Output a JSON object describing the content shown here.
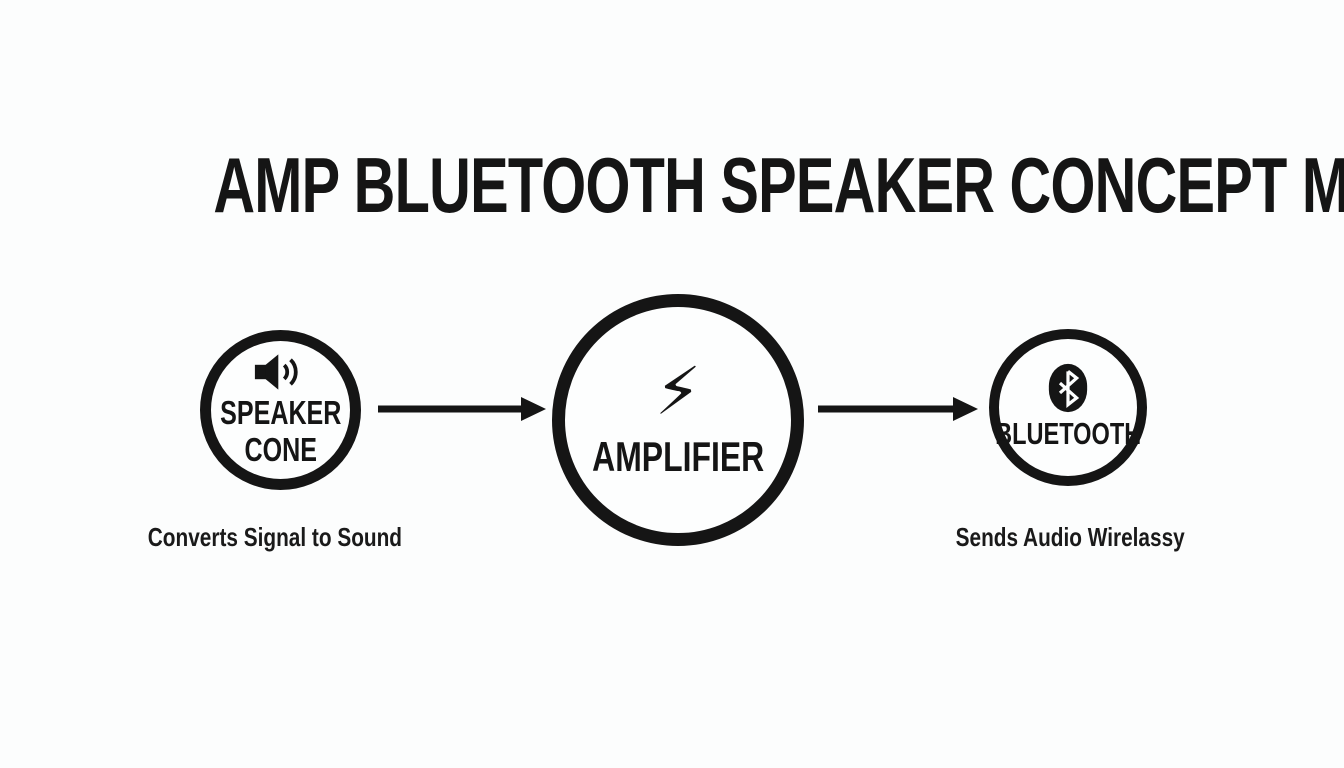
{
  "title": "AMP BLUETOOTH SPEAKER CONCEPT MAP",
  "colors": {
    "background": "#fcfdfd",
    "ink": "#151515"
  },
  "nodes": [
    {
      "id": "speaker-cone",
      "icon": "speaker-icon",
      "label": "SPEAKER\nCONE",
      "caption": "Converts Signal to Sound"
    },
    {
      "id": "amplifier",
      "icon": "lightning-bolt-icon",
      "icon_glyph": "⚡",
      "label": "AMPLIFIER"
    },
    {
      "id": "bluetooth",
      "icon": "bluetooth-icon",
      "label": "BLUETOOTH",
      "caption": "Sends Audio Wirelassy"
    }
  ],
  "connectors": [
    {
      "from": "speaker-cone",
      "to": "amplifier",
      "type": "arrow-right"
    },
    {
      "from": "amplifier",
      "to": "bluetooth",
      "type": "arrow-right"
    }
  ]
}
